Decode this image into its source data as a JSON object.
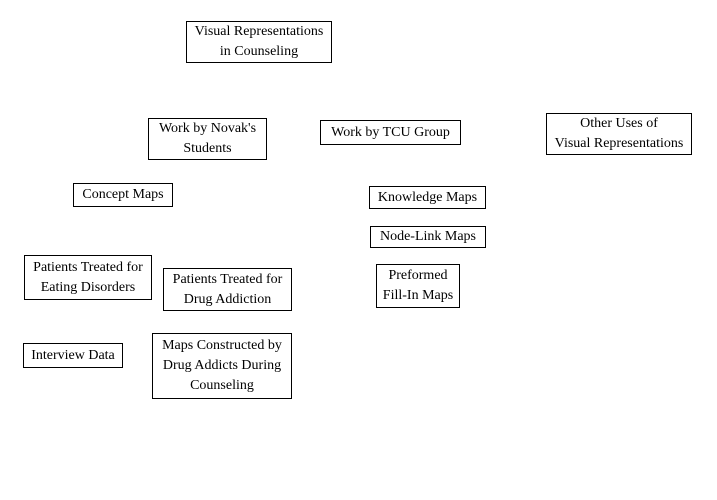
{
  "diagram": {
    "description": "Concept map of visual representations in counseling",
    "background_color": "#ffffff",
    "box_border_color": "#000000",
    "text_color": "#000000",
    "nodes": [
      {
        "label": "Visual Representations\nin Counseling"
      },
      {
        "label": "Work by Novak's\nStudents"
      },
      {
        "label": "Work by TCU Group"
      },
      {
        "label": "Other Uses of\nVisual Representations"
      },
      {
        "label": "Concept Maps"
      },
      {
        "label": "Knowledge Maps"
      },
      {
        "label": "Node-Link Maps"
      },
      {
        "label": "Patients Treated for\nEating Disorders"
      },
      {
        "label": "Patients Treated for\nDrug Addiction"
      },
      {
        "label": "Preformed\nFill-In Maps"
      },
      {
        "label": "Interview Data"
      },
      {
        "label": "Maps Constructed by\nDrug Addicts During\nCounseling"
      }
    ]
  }
}
